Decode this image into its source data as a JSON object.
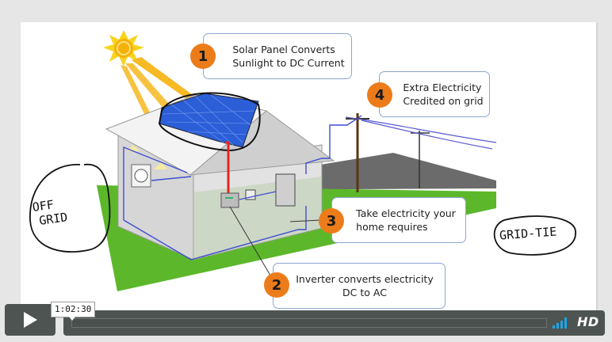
{
  "slide": {
    "callouts": [
      {
        "number": "1",
        "line1": "Solar Panel Converts",
        "line2": "Sunlight to DC Current"
      },
      {
        "number": "2",
        "line1": "Inverter converts electricity",
        "line2": "DC to AC"
      },
      {
        "number": "3",
        "line1": "Take electricity your",
        "line2": "home requires"
      },
      {
        "number": "4",
        "line1": "Extra Electricity",
        "line2": "Credited on grid"
      }
    ],
    "annotations": {
      "off_grid_line1": "OFF",
      "off_grid_line2": "GRID",
      "grid_tie": "GRID-TIE"
    },
    "colors": {
      "badge": "#ec7c1a",
      "grass": "#5cb82a",
      "wiring": "#3f4fd0",
      "dc_wire": "#e8261e",
      "callout_border": "#8fa6cf"
    }
  },
  "player": {
    "play_icon": "play-icon",
    "time_tooltip": "1:02:30",
    "progress_fraction": 0.0,
    "volume_icon": "volume-bars-icon",
    "hd_label": "HD",
    "volume_color": "#1ea6e6"
  }
}
